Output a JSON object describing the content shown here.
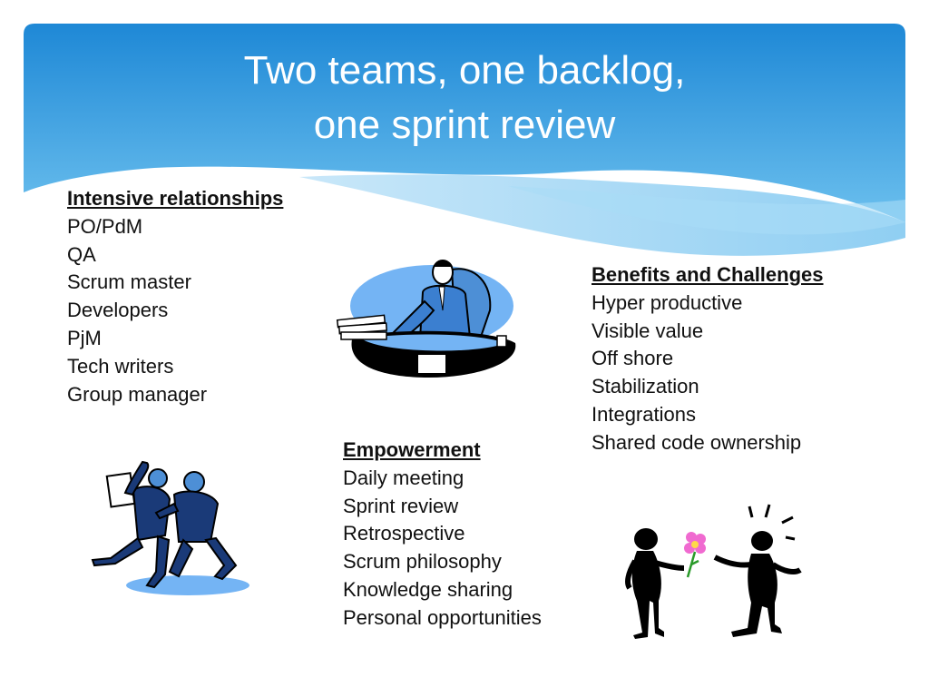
{
  "slide": {
    "title_line1": "Two teams, one backlog,",
    "title_line2": "one sprint review",
    "colors": {
      "banner_top": "#1e88d6",
      "banner_bottom": "#7cc6f0",
      "clipart_blue": "#74b4f4",
      "ink": "#000000",
      "flower_pink": "#f06ad0"
    }
  },
  "sections": {
    "intensive": {
      "heading": "Intensive relationships",
      "items": [
        "PO/PdM",
        "QA",
        "Scrum master",
        "Developers",
        "PjM",
        "Tech writers",
        "Group manager"
      ]
    },
    "benefits": {
      "heading": "Benefits and Challenges",
      "items": [
        "Hyper productive",
        "Visible value",
        "Off shore",
        "Stabilization",
        "Integrations",
        "Shared code ownership"
      ]
    },
    "empowerment": {
      "heading": "Empowerment",
      "items": [
        "Daily meeting",
        "Sprint review",
        "Retrospective",
        "Scrum philosophy",
        "Knowledge sharing",
        "Personal opportunities"
      ]
    }
  },
  "images": {
    "businessman": "businessman-at-desk-icon",
    "celebrating": "celebrating-men-icon",
    "flower": "stick-figures-flower-icon"
  }
}
